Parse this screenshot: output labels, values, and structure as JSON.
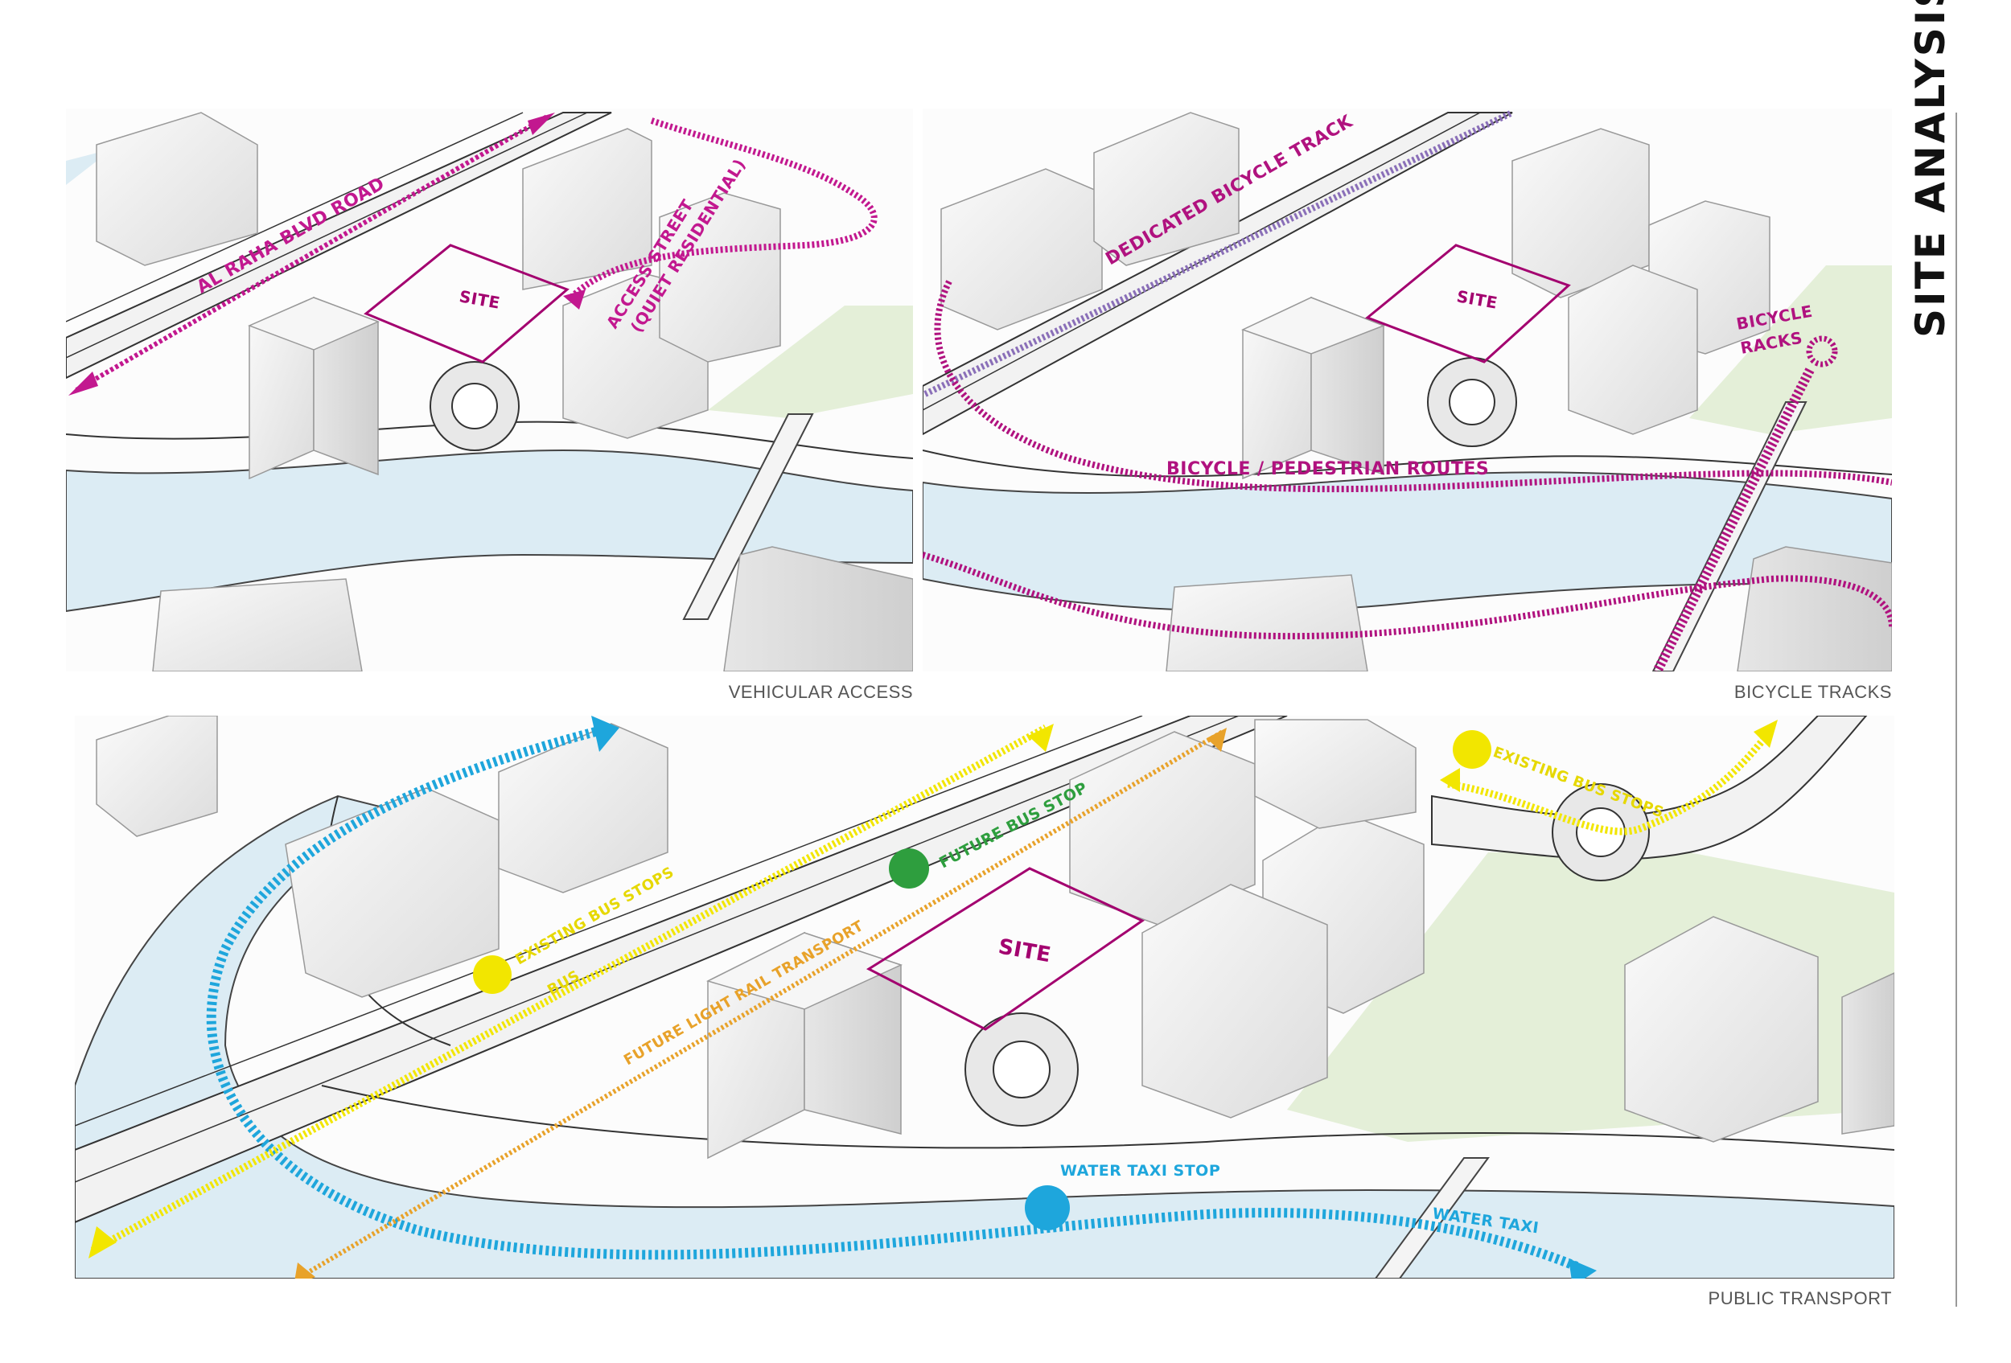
{
  "sheet": {
    "title": "SITE ANALYSIS"
  },
  "panels": {
    "vehicular": {
      "caption": "VEHICULAR ACCESS",
      "labels": {
        "road": "AL RAHA BLVD ROAD",
        "site": "SITE",
        "access_line1": "ACCESS STREET",
        "access_line2": "(QUIET RESIDENTIAL)"
      }
    },
    "bicycle": {
      "caption": "BICYCLE TRACKS",
      "labels": {
        "track": "DEDICATED BICYCLE TRACK",
        "site": "SITE",
        "racks_line1": "BICYCLE",
        "racks_line2": "RACKS",
        "routes": "BICYCLE / PEDESTRIAN ROUTES"
      }
    },
    "transport": {
      "caption": "PUBLIC TRANSPORT",
      "labels": {
        "existing_bus_stops_right": "EXISTING BUS STOPS",
        "future_bus_stop": "FUTURE BUS STOP",
        "site": "SITE",
        "existing_bus_stops_left": "EXISTING BUS STOPS",
        "bus": "BUS",
        "light_rail": "FUTURE LIGHT RAIL TRANSPORT",
        "water_taxi_stop": "WATER TAXI STOP",
        "water_taxi": "WATER TAXI"
      }
    }
  },
  "colors": {
    "vehicular": "#c2188f",
    "bicycle": "#b0127f",
    "bicycle_track": "#8a6fb8",
    "bus": "#f2e600",
    "light_rail": "#e8a22a",
    "future_bus": "#2e9e3e",
    "water_taxi": "#1ea6dc",
    "water": "#dcecf4",
    "green": "#e4efd8",
    "site": "#a3006f"
  }
}
